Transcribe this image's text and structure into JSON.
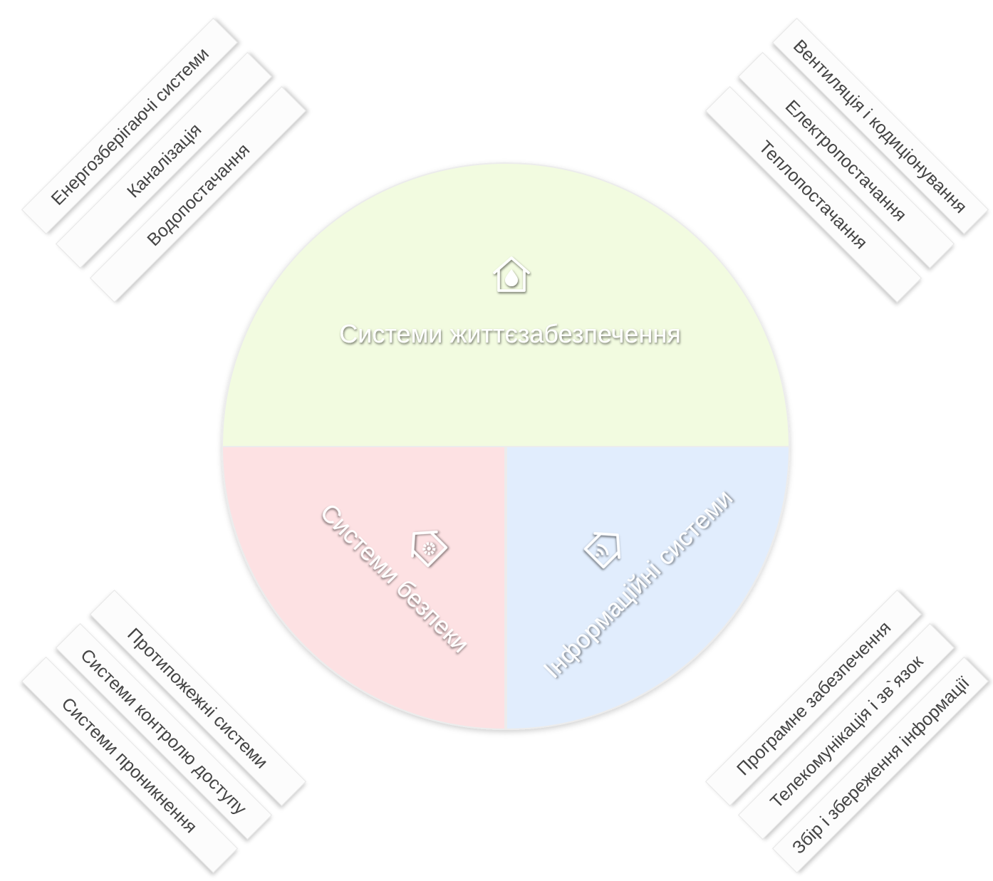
{
  "segments": {
    "top": {
      "label": "Системи життєзабезпечення",
      "icon": "house-drop-icon",
      "fill": "#f2fbe0"
    },
    "left": {
      "label": "Системи безпеки",
      "icon": "house-gear-icon",
      "fill": "#fde1e3"
    },
    "right": {
      "label": "Інформаційні системи",
      "icon": "house-wifi-icon",
      "fill": "#e1edfd"
    }
  },
  "groups": {
    "top_left": [
      "Енергозберігаючі системи",
      "Каналізація",
      "Водопостачання"
    ],
    "top_right": [
      "Вентиляція і кодиціонування",
      "Електропостачання",
      "Теплопостачання"
    ],
    "bottom_left": [
      "Протипожежні системи",
      "Системи контролю доступу",
      "Системи  проникнення"
    ],
    "bottom_right": [
      "Програмне забезпечення",
      "Телекомунікація і зв`язок",
      "Збір і збереження інформації"
    ]
  }
}
